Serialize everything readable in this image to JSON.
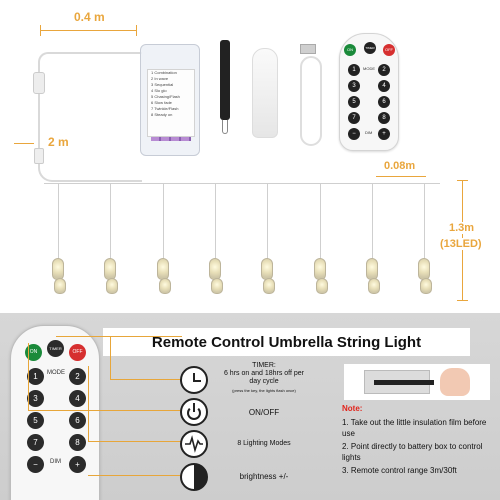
{
  "dimensions": {
    "width_label": "0.4 m",
    "cable_label": "2 m",
    "spacing_label": "0.08m",
    "drop_label": "1.3m",
    "led_label": "(13LED)"
  },
  "battery_box": {
    "lines": [
      "1 Combination",
      "2 In wave",
      "3 Sequential",
      "4 Slo glo",
      "5 Chasing/Flash",
      "6 Slow fade",
      "7 Twinkle/Flash",
      "8 Steady on"
    ]
  },
  "remote_top": {
    "on": "ON",
    "timer": "TIMER",
    "off": "OFF",
    "mode": "MODE",
    "dim": "DIM",
    "numbers": [
      "1",
      "2",
      "3",
      "4",
      "5",
      "6",
      "7",
      "8"
    ],
    "minus": "−",
    "plus": "+"
  },
  "strand_count": 8,
  "title": "Remote Control Umbrella String Light",
  "remote_big": {
    "on": "ON",
    "timer": "TIMER",
    "off": "OFF",
    "mode": "MODE",
    "dim": "DIM",
    "numbers": [
      "1",
      "2",
      "3",
      "4",
      "5",
      "6",
      "7",
      "8"
    ],
    "minus": "−",
    "plus": "+"
  },
  "features": {
    "timer_title": "TIMER:",
    "timer_desc": "6 hrs on and 18hrs off per day cycle",
    "timer_note": "(press the key, the lights flash once)",
    "onoff": "ON/OFF",
    "modes": "8 Lighting Modes",
    "brightness": "brightness +/-"
  },
  "note": {
    "title": "Note:",
    "items": [
      "1. Take out the little insulation film before use",
      "2. Point directly to battery box to control lights",
      "3. Remote control range 3m/30ft"
    ]
  },
  "colors": {
    "accent": "#e9a63d",
    "note_red": "#e2231a",
    "on_green": "#1a8a3a",
    "off_red": "#d62f2f"
  }
}
